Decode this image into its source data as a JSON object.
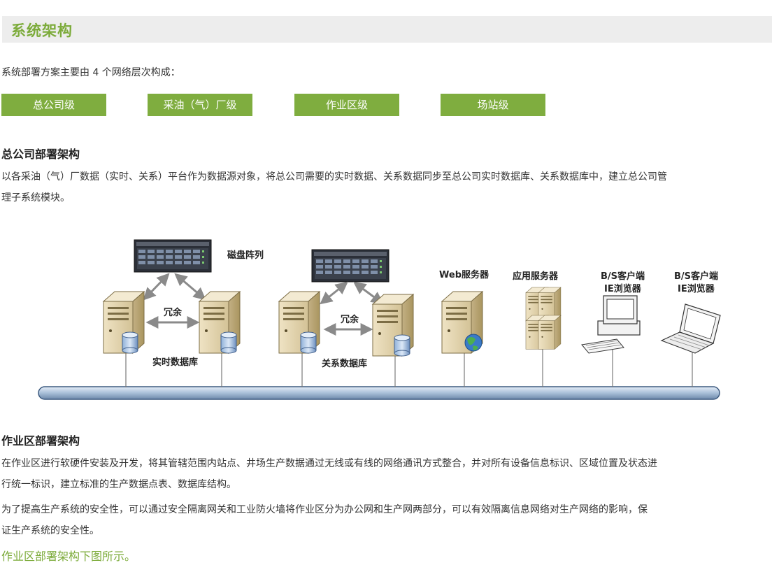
{
  "header": {
    "title": "系统架构"
  },
  "intro": "系统部署方案主要由 4 个网络层次构成：",
  "tabs": [
    {
      "label": "总公司级"
    },
    {
      "label": "采油（气）厂级"
    },
    {
      "label": "作业区级"
    },
    {
      "label": "场站级"
    }
  ],
  "hq_section": {
    "heading": "总公司部署架构",
    "para_line1": "以各采油（气）厂数据（实时、关系）平台作为数据源对象，将总公司需要的实时数据、关系数据同步至总公司实时数据库、关系数据库中，建立总公司管",
    "para_line2": "理子系统模块。"
  },
  "diagram": {
    "disk_array_label": "磁盘阵列",
    "redundancy_label_1": "冗余",
    "redundancy_label_2": "冗余",
    "realtime_db_label": "实时数据库",
    "relational_db_label": "关系数据库",
    "web_server_label": "Web服务器",
    "app_server_label": "应用服务器",
    "bs_client_1_line1": "B/S客户端",
    "bs_client_1_line2": "IE浏览器",
    "bs_client_2_line1": "B/S客户端",
    "bs_client_2_line2": "IE浏览器"
  },
  "workarea_section": {
    "heading": "作业区部署架构",
    "para1_line1": "在作业区进行软硬件安装及开发，将其管辖范围内站点、井场生产数据通过无线或有线的网络通讯方式整合，并对所有设备信息标识、区域位置及状态进",
    "para1_line2": "行统一标识，建立标准的生产数据点表、数据库结构。",
    "para2_line1": "为了提高生产系统的安全性，可以通过安全隔离网关和工业防火墙将作业区分为办公网和生产网两部分，可以有效隔离信息网络对生产网络的影响，保",
    "para2_line2": "证生产系统的安全性。",
    "link": "作业区部署架构下图所示。"
  }
}
